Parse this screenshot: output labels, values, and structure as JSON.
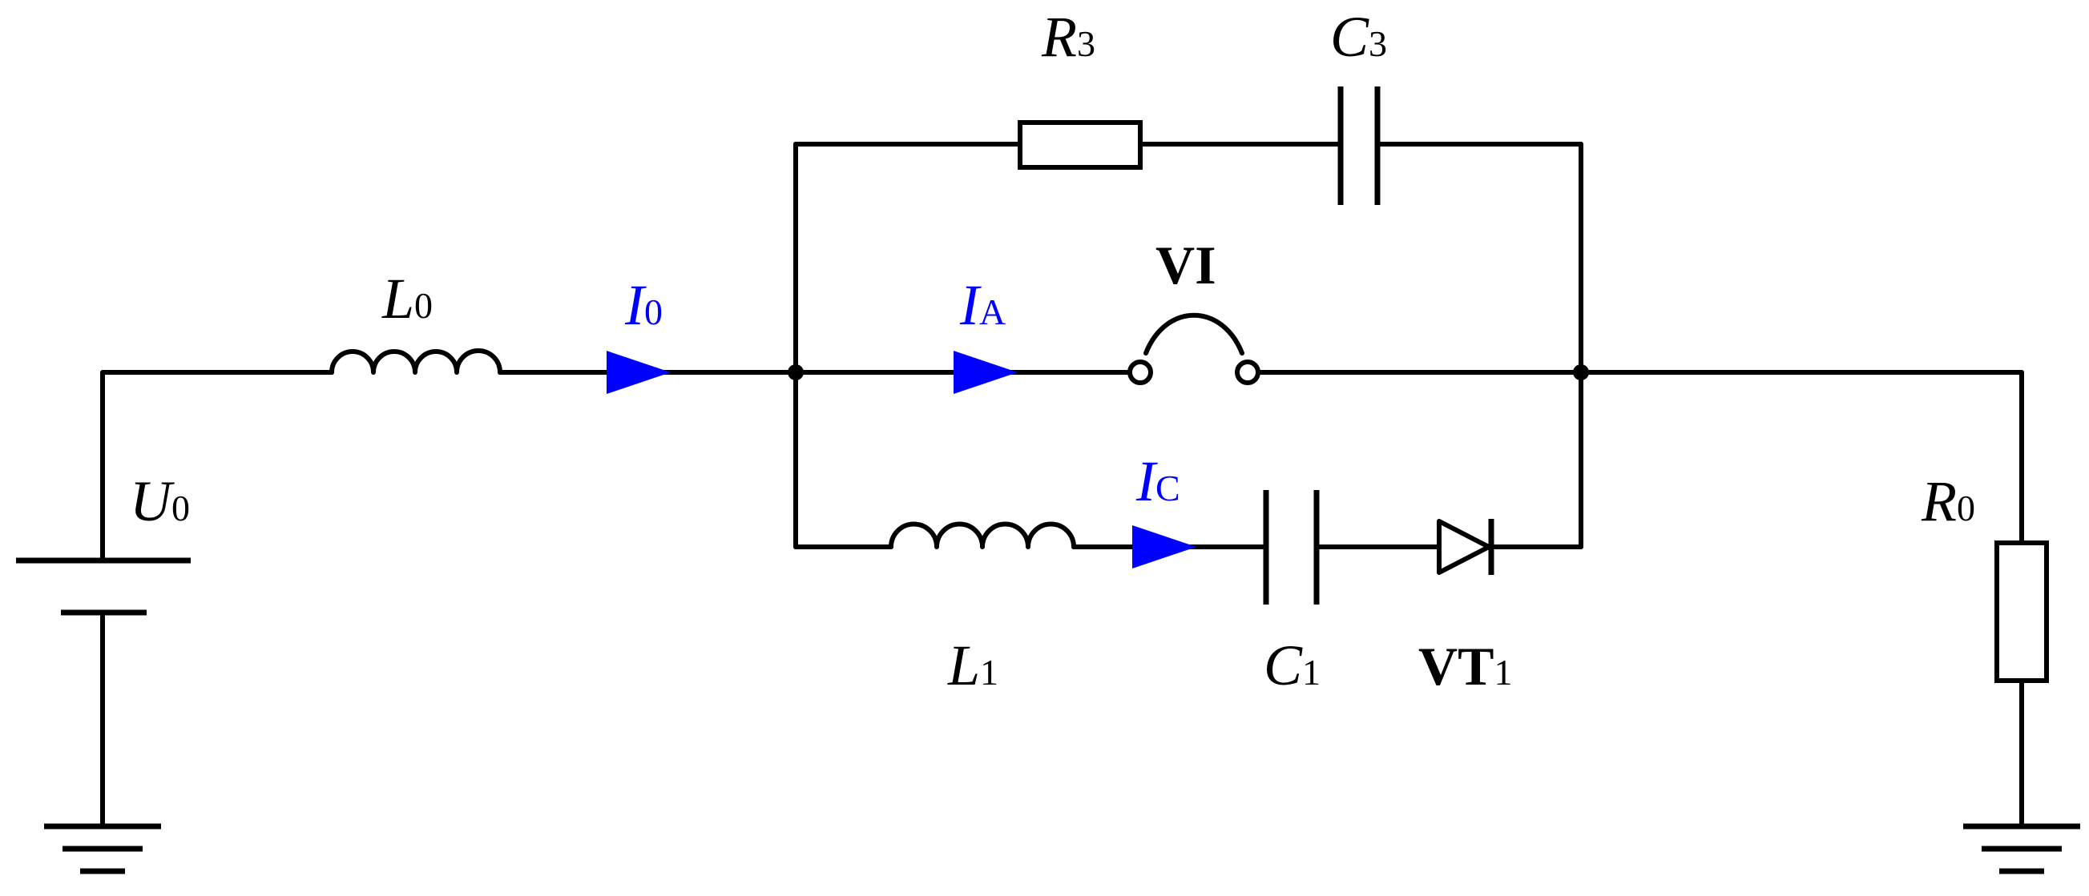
{
  "colors": {
    "wire": "#000000",
    "current": "#0000ff",
    "background": "#ffffff"
  },
  "components": {
    "source": {
      "symbol": "U",
      "sub": "0",
      "icon": "dc-source-icon"
    },
    "inductor0": {
      "symbol": "L",
      "sub": "0",
      "icon": "inductor-icon"
    },
    "inductor1": {
      "symbol": "L",
      "sub": "1",
      "icon": "inductor-icon"
    },
    "resistor3": {
      "symbol": "R",
      "sub": "3",
      "icon": "resistor-icon"
    },
    "capacitor3": {
      "symbol": "C",
      "sub": "3",
      "icon": "capacitor-icon"
    },
    "capacitor1": {
      "symbol": "C",
      "sub": "1",
      "icon": "capacitor-icon"
    },
    "interrupter": {
      "symbol": "VI",
      "icon": "vacuum-interrupter-icon"
    },
    "thyristor": {
      "symbol": "VT",
      "sub": "1",
      "icon": "thyristor-icon"
    },
    "load": {
      "symbol": "R",
      "sub": "0",
      "icon": "resistor-icon"
    }
  },
  "currents": {
    "total": {
      "symbol": "I",
      "sub": "0"
    },
    "arc": {
      "symbol": "I",
      "sub": "A"
    },
    "commutation": {
      "symbol": "I",
      "sub": "C"
    }
  }
}
